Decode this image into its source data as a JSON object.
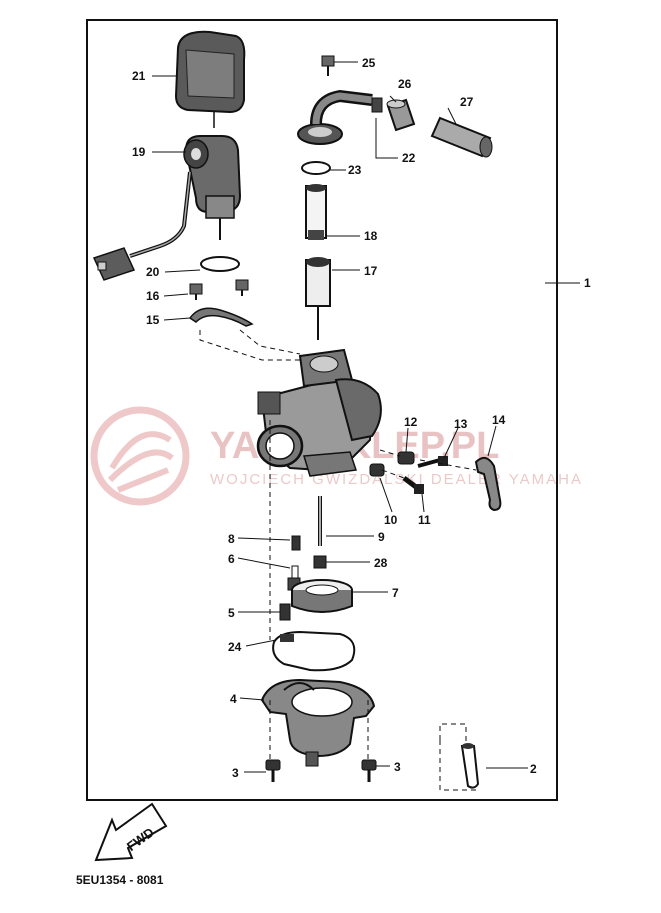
{
  "diagram": {
    "part_code": "5EU1354 - 8081",
    "direction_label": "FWD",
    "watermark": {
      "line1": "YAMASKLEP.PL",
      "line2": "WOJCIECH GWIZDALSKI DEALER YAMAHA"
    },
    "callouts": [
      {
        "id": "c1",
        "text": "1"
      },
      {
        "id": "c2",
        "text": "2"
      },
      {
        "id": "c3a",
        "text": "3"
      },
      {
        "id": "c3b",
        "text": "3"
      },
      {
        "id": "c4",
        "text": "4"
      },
      {
        "id": "c5",
        "text": "5"
      },
      {
        "id": "c6",
        "text": "6"
      },
      {
        "id": "c7",
        "text": "7"
      },
      {
        "id": "c8",
        "text": "8"
      },
      {
        "id": "c9",
        "text": "9"
      },
      {
        "id": "c10",
        "text": "10"
      },
      {
        "id": "c11",
        "text": "11"
      },
      {
        "id": "c12",
        "text": "12"
      },
      {
        "id": "c13",
        "text": "13"
      },
      {
        "id": "c14",
        "text": "14"
      },
      {
        "id": "c15",
        "text": "15"
      },
      {
        "id": "c16",
        "text": "16"
      },
      {
        "id": "c17",
        "text": "17"
      },
      {
        "id": "c18",
        "text": "18"
      },
      {
        "id": "c19",
        "text": "19"
      },
      {
        "id": "c20",
        "text": "20"
      },
      {
        "id": "c21",
        "text": "21"
      },
      {
        "id": "c22",
        "text": "22"
      },
      {
        "id": "c23",
        "text": "23"
      },
      {
        "id": "c24",
        "text": "24"
      },
      {
        "id": "c25",
        "text": "25"
      },
      {
        "id": "c26",
        "text": "26"
      },
      {
        "id": "c27",
        "text": "27"
      },
      {
        "id": "c28",
        "text": "28"
      }
    ]
  }
}
